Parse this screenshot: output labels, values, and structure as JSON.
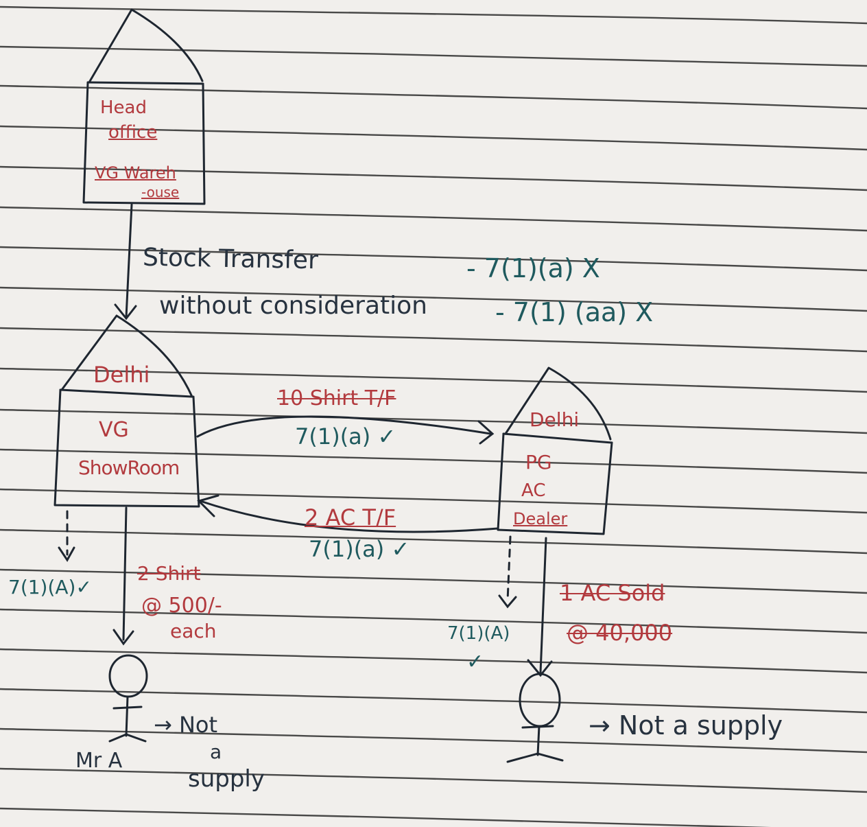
{
  "colors": {
    "paper": "#f1efec",
    "ruled_line": "#2a2a2a",
    "ink_black": "#27323f",
    "ink_red": "#b23a3e",
    "ink_teal": "#1f5a5e"
  },
  "head_office": {
    "line1": "Head",
    "line2": "office",
    "line3": "VG Wareh",
    "line4": "-ouse"
  },
  "stock_transfer": {
    "line1_text": "Stock Transfer",
    "line1_section": "- 7(1)(a) X",
    "line2_text": "without consideration",
    "line2_section": "- 7(1) (aa) X"
  },
  "delhi_showroom": {
    "roof_label": "Delhi",
    "line1": "VG",
    "line2": "ShowRoom"
  },
  "delhi_dealer": {
    "roof_label": "Delhi",
    "line1": "PG",
    "line2": "AC",
    "line3": "Dealer"
  },
  "transfers": {
    "shirt_transfer": "10 Shirt T/F",
    "shirt_section": "7(1)(a) ✓",
    "ac_transfer": "2 AC T/F",
    "ac_section": "7(1)(a) ✓"
  },
  "left_sale": {
    "section": "7(1)(A)✓",
    "line1": "2 Shirt",
    "line2": "@ 500/-",
    "line3": "each",
    "person_name": "Mr A",
    "result_arrow": "→ Not",
    "result_line2": "a",
    "result_line3": "supply"
  },
  "right_sale": {
    "section": "7(1)(A)",
    "tick": "✓",
    "line1": "1 AC Sold",
    "line2": "@ 40,000",
    "result": "→ Not a supply"
  }
}
